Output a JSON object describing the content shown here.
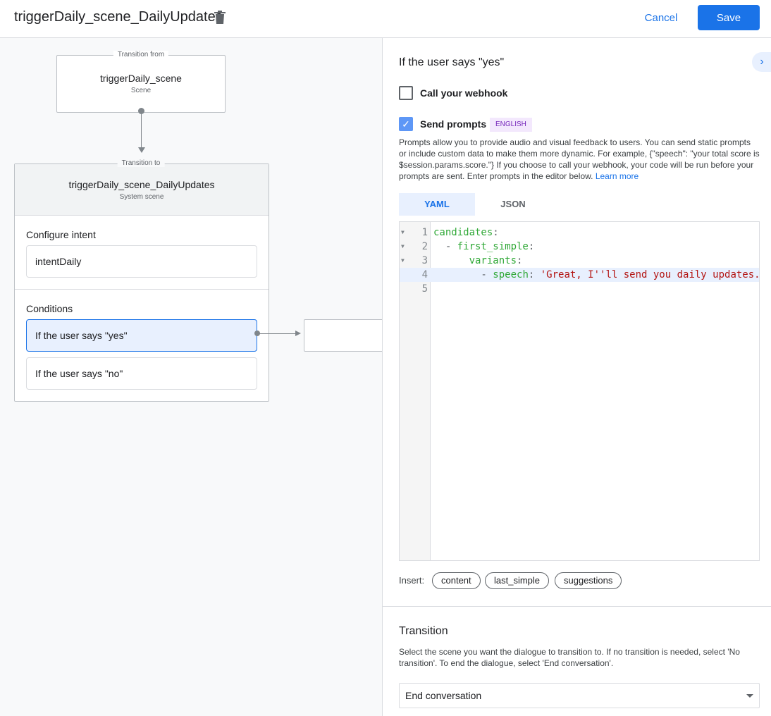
{
  "header": {
    "title": "triggerDaily_scene_DailyUpdates",
    "cancel": "Cancel",
    "save": "Save"
  },
  "canvas": {
    "from": {
      "label": "Transition from",
      "name": "triggerDaily_scene",
      "type": "Scene"
    },
    "to": {
      "label": "Transition to",
      "name": "triggerDaily_scene_DailyUpdates",
      "type": "System scene"
    },
    "configure_intent": {
      "title": "Configure intent",
      "intent": "intentDaily"
    },
    "conditions": {
      "title": "Conditions",
      "items": [
        "If the user says \"yes\"",
        "If the user says \"no\""
      ]
    }
  },
  "panel": {
    "heading": "If the user says \"yes\"",
    "webhook": {
      "label": "Call your webhook",
      "checked": false
    },
    "prompts": {
      "label": "Send prompts",
      "checked": true,
      "badge": "ENGLISH",
      "description": "Prompts allow you to provide audio and visual feedback to users. You can send static prompts or include custom data to make them more dynamic. For example, {\"speech\": \"your total score is $session.params.score.\"} If you choose to call your webhook, your code will be run before your prompts are sent. Enter prompts in the editor below.",
      "learn_more": "Learn more"
    },
    "tabs": [
      "YAML",
      "JSON"
    ],
    "active_tab": "YAML",
    "code": [
      {
        "n": "1",
        "parts": [
          [
            "k",
            "candidates"
          ],
          [
            "p",
            ":"
          ]
        ]
      },
      {
        "n": "2",
        "parts": [
          [
            "p",
            "  - "
          ],
          [
            "k",
            "first_simple"
          ],
          [
            "p",
            ":"
          ]
        ]
      },
      {
        "n": "3",
        "parts": [
          [
            "p",
            "      "
          ],
          [
            "k",
            "variants"
          ],
          [
            "p",
            ":"
          ]
        ]
      },
      {
        "n": "4",
        "parts": [
          [
            "p",
            "        - "
          ],
          [
            "k",
            "speech"
          ],
          [
            "p",
            ": "
          ],
          [
            "s",
            "'Great, I''ll send you daily updates."
          ]
        ]
      },
      {
        "n": "5",
        "parts": []
      }
    ],
    "insert": {
      "label": "Insert:",
      "chips": [
        "content",
        "last_simple",
        "suggestions"
      ]
    },
    "transition": {
      "title": "Transition",
      "description": "Select the scene you want the dialogue to transition to. If no transition is needed, select 'No transition'. To end the dialogue, select 'End conversation'.",
      "selected": "End conversation"
    }
  },
  "colors": {
    "accent": "#1a73e8",
    "key": "#2fa836",
    "string": "#b31412",
    "badge_bg": "#f3e8fd",
    "badge_fg": "#7627bb"
  }
}
